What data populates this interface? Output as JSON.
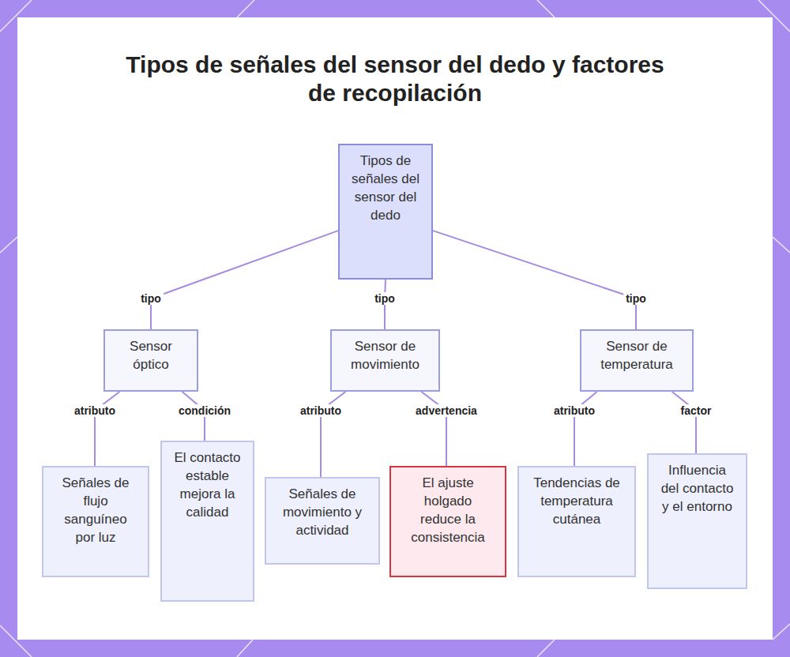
{
  "diagram": {
    "title": "Tipos de señales del sensor del dedo y factores de recopilación",
    "nodes": [
      {
        "text": [
          "Tipos de señales del sensor del dedo"
        ]
      },
      {
        "text": [
          "Sensor óptico"
        ]
      },
      {
        "text": [
          "Sensor de movimiento"
        ]
      },
      {
        "text": [
          "Sensor de temperatura"
        ]
      },
      {
        "text": [
          "Señales de flujo sanguíneo por luz"
        ]
      },
      {
        "text": [
          "El contacto estable mejora la calidad"
        ]
      },
      {
        "text": [
          "Señales de movimiento y actividad"
        ]
      },
      {
        "text": [
          "El ajuste holgado reduce la consistencia"
        ]
      },
      {
        "text": [
          "Tendencias de temperatura cutánea"
        ]
      },
      {
        "text": [
          "Influencia del contacto y el entorno"
        ]
      }
    ],
    "edges": [
      {
        "from": 0,
        "to": 1,
        "label": "tipo",
        "arrow": "none"
      },
      {
        "from": 0,
        "to": 2,
        "label": "tipo",
        "arrow": "none"
      },
      {
        "from": 0,
        "to": 3,
        "label": "tipo",
        "arrow": "none"
      },
      {
        "from": 1,
        "to": 4,
        "label": "atributo",
        "arrow": "none"
      },
      {
        "from": 1,
        "to": 5,
        "label": "condición",
        "arrow": "none"
      },
      {
        "from": 2,
        "to": 6,
        "label": "atributo",
        "arrow": "none"
      },
      {
        "from": 2,
        "to": 7,
        "label": "advertencia",
        "arrow": "none"
      },
      {
        "from": 3,
        "to": 8,
        "label": "atributo",
        "arrow": "none"
      },
      {
        "from": 3,
        "to": 9,
        "label": "factor",
        "arrow": "none"
      }
    ]
  }
}
